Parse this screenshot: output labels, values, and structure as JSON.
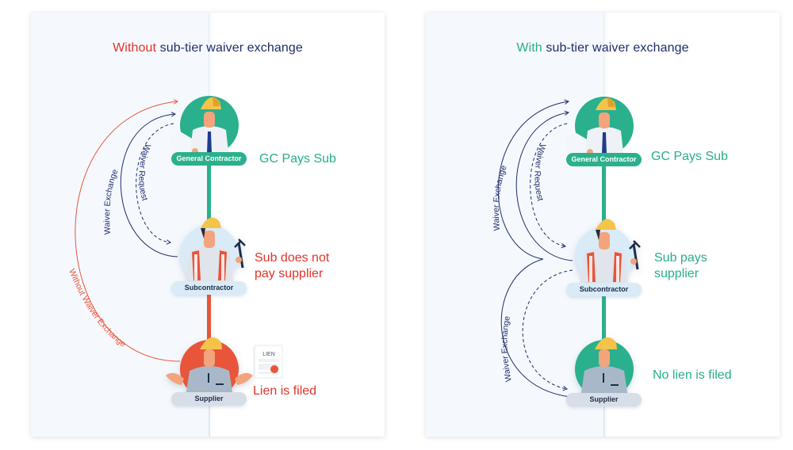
{
  "colors": {
    "green": "#2bb08d",
    "red": "#e3332a",
    "navy": "#1f2d6b",
    "orange_red": "#e8553a"
  },
  "panels": [
    {
      "id": "without",
      "title_accent": "Without",
      "title_rest": " sub-tier waiver exchange",
      "roles": {
        "general_contractor": "General Contractor",
        "subcontractor": "Subcontractor",
        "supplier": "Supplier"
      },
      "statuses": {
        "gc": "GC Pays Sub",
        "sub_line1": "Sub does not",
        "sub_line2": "pay supplier",
        "supplier": "Lien is filed"
      },
      "arrows": {
        "waiver_exchange": "Waiver Exchange",
        "waiver_request": "Waiver Request",
        "without_waiver_exchange": "Without Waiver Exchange"
      },
      "document": {
        "title": "LIEN"
      }
    },
    {
      "id": "with",
      "title_accent": "With",
      "title_rest": " sub-tier waiver exchange",
      "roles": {
        "general_contractor": "General Contractor",
        "subcontractor": "Subcontractor",
        "supplier": "Supplier"
      },
      "statuses": {
        "gc": "GC Pays Sub",
        "sub_line1": "Sub pays",
        "sub_line2": "supplier",
        "supplier": "No lien is filed"
      },
      "arrows": {
        "waiver_exchange_upper": "Waiver Exchange",
        "waiver_request": "Waiver Request",
        "waiver_exchange_lower": "Waiver Exchange"
      }
    }
  ]
}
